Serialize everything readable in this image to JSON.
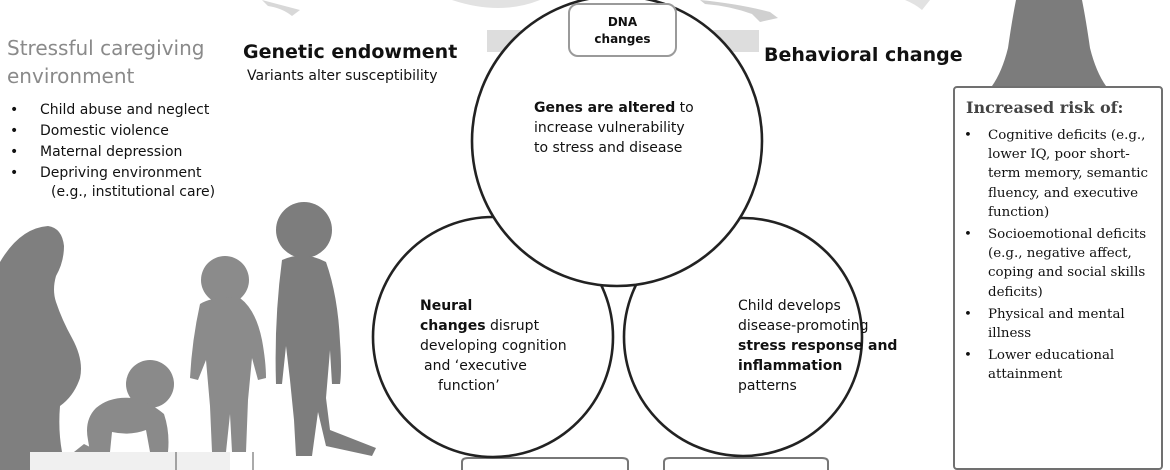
{
  "environment": {
    "title": "Stressful caregiving environment",
    "items": [
      "Child abuse and neglect",
      "Domestic violence",
      "Maternal depression",
      "Depriving environment",
      "(e.g., institutional care)"
    ]
  },
  "genetic": {
    "title": "Genetic endowment",
    "subtitle": "Variants alter susceptibility"
  },
  "behavioral": {
    "title": "Behavioral change"
  },
  "dna_box": {
    "line1": "DNA",
    "line2": "changes"
  },
  "circles": {
    "top": {
      "bold": "Genes are altered",
      "rest1": " to",
      "line2": "increase vulnerability",
      "line3": "to stress and disease"
    },
    "left": {
      "bold1": "Neural",
      "bold2": "changes",
      "rest2": " disrupt",
      "line3": "developing cognition",
      "line4": "and ‘executive",
      "line5": "function’"
    },
    "right": {
      "line1": "Child develops",
      "line2": "disease-promoting",
      "bold3": "stress response and",
      "bold4": "inflammation",
      "line5": "patterns"
    }
  },
  "risk": {
    "header": "Increased risk of:",
    "items": [
      "Cognitive deficits (e.g., lower IQ, poor short-term memory, semantic fluency, and executive function)",
      "Socioemotional deficits (e.g., negative affect, coping and social skills deficits)",
      "Physical and mental illness",
      "Lower educational attainment"
    ]
  }
}
